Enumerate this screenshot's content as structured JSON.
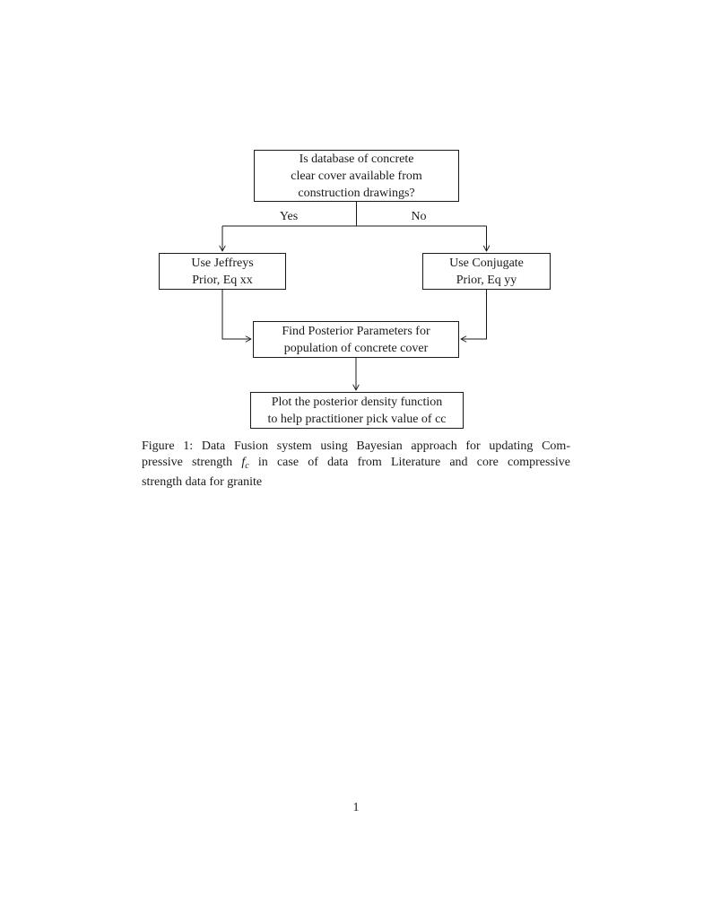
{
  "colors": {
    "ink": "#1a1a1a",
    "paper": "#ffffff"
  },
  "flowchart": {
    "nodes": {
      "start": {
        "lines": [
          "Is database of concrete",
          "clear cover available from",
          "construction drawings?"
        ]
      },
      "jeffreys": {
        "lines": [
          "Use Jeffreys",
          "Prior, Eq xx"
        ]
      },
      "conjugate": {
        "lines": [
          "Use Conjugate",
          "Prior, Eq yy"
        ]
      },
      "posterior": {
        "lines": [
          "Find Posterior Parameters for",
          "population of concrete cover"
        ]
      },
      "plot": {
        "lines": [
          "Plot the posterior density function",
          "to help practitioner pick value of cc"
        ]
      }
    },
    "edge_labels": {
      "yes": "Yes",
      "no": "No"
    }
  },
  "caption": {
    "line1": "Figure 1: Data Fusion system using Bayesian approach for updating Com-",
    "line2": {
      "pre": "pressive strength ",
      "math_base": "f",
      "math_sub": "c",
      "post": " in case of data from Literature and core compressive"
    },
    "line3": "strength data for granite"
  },
  "page": {
    "number": "1"
  }
}
